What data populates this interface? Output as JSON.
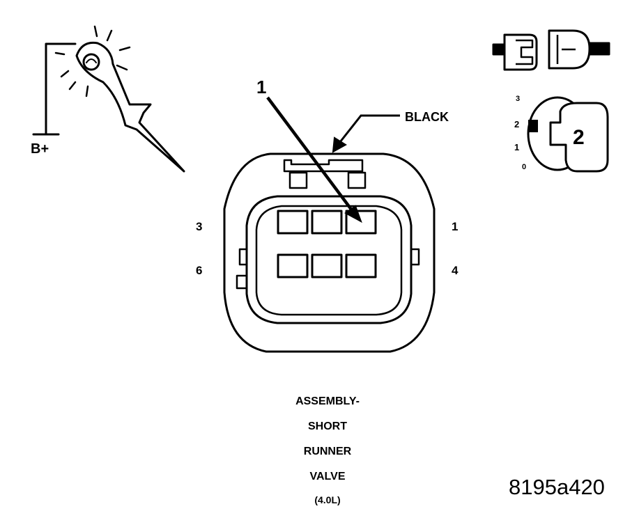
{
  "probe_label": "B+",
  "callout_number": "1",
  "wire_color_label": "BLACK",
  "pin_labels": {
    "top_left": "3",
    "top_right": "1",
    "bottom_left": "6",
    "bottom_right": "4"
  },
  "ignition_switch": {
    "positions": [
      "3",
      "2",
      "1",
      "0"
    ],
    "key_position": "2"
  },
  "component_title": [
    "ASSEMBLY-",
    "SHORT",
    "RUNNER",
    "VALVE",
    "(4.0L)"
  ],
  "figure_id": "8195a420",
  "colors": {
    "ink": "#000000",
    "background": "#ffffff"
  },
  "icons": [
    "test-light-probe-icon",
    "disconnected-connector-icon",
    "ignition-key-icon"
  ]
}
